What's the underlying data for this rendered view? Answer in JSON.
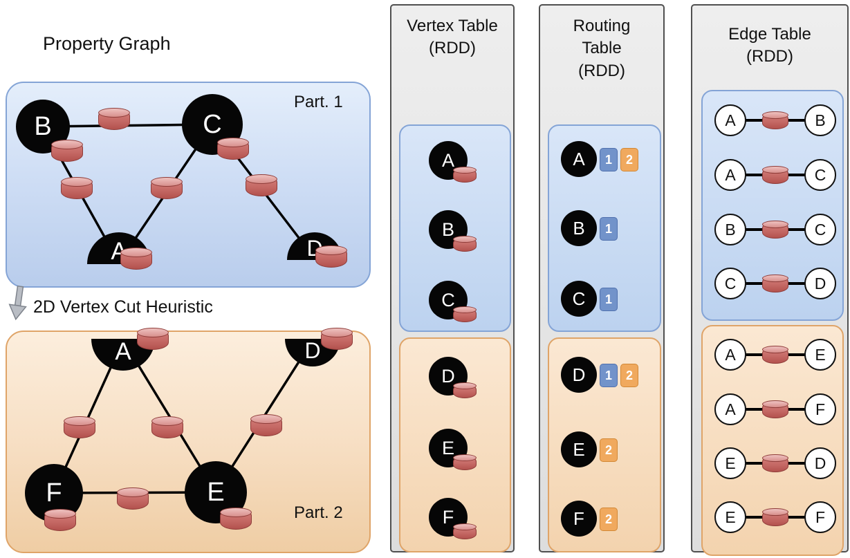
{
  "graph": {
    "title": "Property Graph",
    "heuristic_label": "2D Vertex Cut Heuristic",
    "part1": {
      "label": "Part. 1",
      "vertices": [
        "B",
        "C",
        "A",
        "D"
      ],
      "edges": [
        "B-C",
        "B-A",
        "C-A",
        "C-D"
      ]
    },
    "part2": {
      "label": "Part. 2",
      "vertices": [
        "A",
        "D",
        "F",
        "E"
      ],
      "edges": [
        "A-F",
        "A-E",
        "D-E",
        "F-E"
      ]
    }
  },
  "vertex_table": {
    "title": "Vertex Table\n(RDD)",
    "part1_vertices": [
      "A",
      "B",
      "C"
    ],
    "part2_vertices": [
      "D",
      "E",
      "F"
    ]
  },
  "routing_table": {
    "title": "Routing\nTable\n(RDD)",
    "rows": [
      {
        "vertex": "A",
        "badges": [
          {
            "label": "1",
            "partition": "1"
          },
          {
            "label": "2",
            "partition": "2"
          }
        ]
      },
      {
        "vertex": "B",
        "badges": [
          {
            "label": "1",
            "partition": "1"
          }
        ]
      },
      {
        "vertex": "C",
        "badges": [
          {
            "label": "1",
            "partition": "1"
          }
        ]
      },
      {
        "vertex": "D",
        "badges": [
          {
            "label": "1",
            "partition": "1"
          },
          {
            "label": "2",
            "partition": "2"
          }
        ]
      },
      {
        "vertex": "E",
        "badges": [
          {
            "label": "2",
            "partition": "2"
          }
        ]
      },
      {
        "vertex": "F",
        "badges": [
          {
            "label": "2",
            "partition": "2"
          }
        ]
      }
    ]
  },
  "edge_table": {
    "title": "Edge Table\n(RDD)",
    "part1_edges": [
      {
        "src": "A",
        "dst": "B"
      },
      {
        "src": "A",
        "dst": "C"
      },
      {
        "src": "B",
        "dst": "C"
      },
      {
        "src": "C",
        "dst": "D"
      }
    ],
    "part2_edges": [
      {
        "src": "A",
        "dst": "E"
      },
      {
        "src": "A",
        "dst": "F"
      },
      {
        "src": "E",
        "dst": "D"
      },
      {
        "src": "E",
        "dst": "F"
      }
    ]
  },
  "colors": {
    "partition1_fill": "#cfdef5",
    "partition1_border": "#84a4d6",
    "partition2_fill": "#f7dfc4",
    "partition2_border": "#dfa468",
    "vertex_fill": "#060606",
    "cylinder_fill": "#c66a66",
    "cylinder_border": "#8e3b38",
    "badge_blue": "#7293ca",
    "badge_orange": "#f0a95e",
    "panel_fill": "#e6e6e6",
    "panel_border": "#4f4f4f"
  }
}
